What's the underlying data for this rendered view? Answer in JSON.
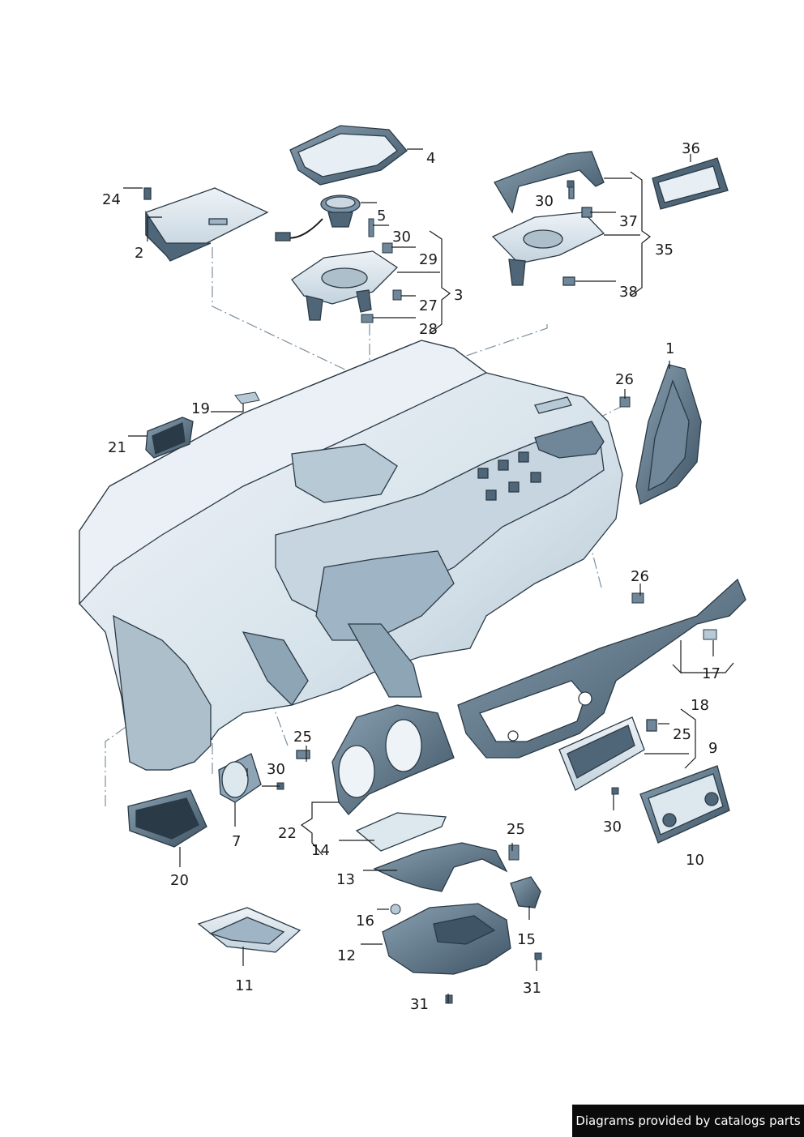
{
  "callouts": {
    "c1": "1",
    "c2": "2",
    "c3": "3",
    "c4": "4",
    "c5": "5",
    "c7": "7",
    "c9": "9",
    "c10": "10",
    "c11": "11",
    "c12": "12",
    "c13": "13",
    "c14": "14",
    "c15": "15",
    "c16": "16",
    "c17": "17",
    "c18": "18",
    "c19": "19",
    "c20": "20",
    "c21": "21",
    "c22": "22",
    "c24": "24",
    "c25a": "25",
    "c25b": "25",
    "c25c": "25",
    "c26a": "26",
    "c26b": "26",
    "c27": "27",
    "c28": "28",
    "c29": "29",
    "c30a": "30",
    "c30b": "30",
    "c30c": "30",
    "c30d": "30",
    "c31a": "31",
    "c31b": "31",
    "c35": "35",
    "c36": "36",
    "c37": "37",
    "c38": "38"
  },
  "credit": "Diagrams provided by catalogs parts",
  "colors": {
    "part_fill": "#dde7ee",
    "part_shade": "#9fb4c4",
    "part_dark": "#4f6678",
    "outline": "#2a3a46",
    "leader": "#1b1b1b",
    "dashdot": "#7d8f9c"
  }
}
